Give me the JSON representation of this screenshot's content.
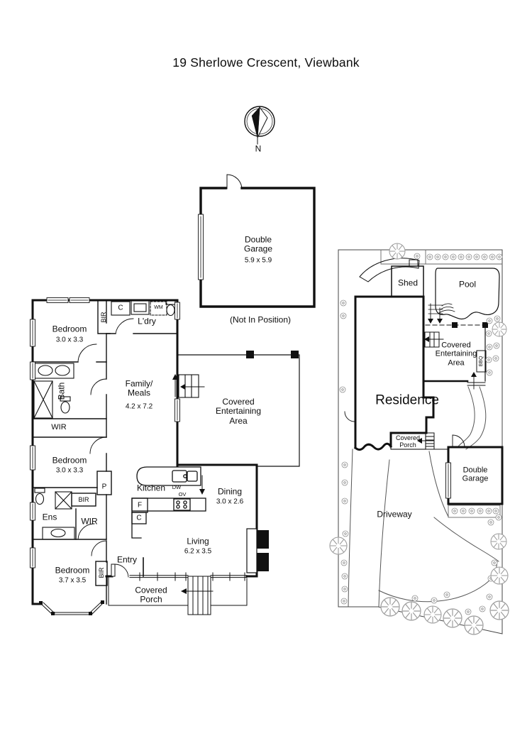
{
  "title": "19 Sherlowe Crescent, Viewbank",
  "compass": {
    "north": "N"
  },
  "garage_inset": {
    "label": "Double\nGarage",
    "dims": "5.9 x 5.9",
    "note": "(Not In Position)"
  },
  "floor_plan": {
    "bedroom1": {
      "label": "Bedroom",
      "dims": "3.0 x 3.3"
    },
    "bedroom2": {
      "label": "Bedroom",
      "dims": "3.0 x 3.3"
    },
    "bedroom3": {
      "label": "Bedroom",
      "dims": "3.7 x 3.5"
    },
    "family_meals": {
      "label": "Family/\nMeals",
      "dims": "4.2 x 7.2"
    },
    "dining": {
      "label": "Dining",
      "dims": "3.0 x 2.6"
    },
    "living": {
      "label": "Living",
      "dims": "6.2 x 3.5"
    },
    "kitchen": {
      "label": "Kitchen"
    },
    "laundry": {
      "label": "L'dry"
    },
    "bath": {
      "label": "Bath"
    },
    "ensuite": {
      "label": "Ens"
    },
    "wir_bath": {
      "label": "WIR"
    },
    "wir_ens": {
      "label": "WIR"
    },
    "entry": {
      "label": "Entry"
    },
    "covered_porch": {
      "label": "Covered\nPorch"
    },
    "entertaining": {
      "label": "Covered\nEntertaining\nArea"
    },
    "fixtures": {
      "bir": "BIR",
      "cupboard": "C",
      "pantry": "P",
      "fridge": "F",
      "dishwasher": "DW",
      "oven": "OV",
      "washer": "WM"
    }
  },
  "site_plan": {
    "shed": "Shed",
    "pool": "Pool",
    "residence": "Residence",
    "entertaining": "Covered\nEntertaining\nArea",
    "covered_porch": "Covered\nPorch",
    "double_garage": "Double\nGarage",
    "driveway": "Driveway",
    "bbq": "BBQ"
  }
}
